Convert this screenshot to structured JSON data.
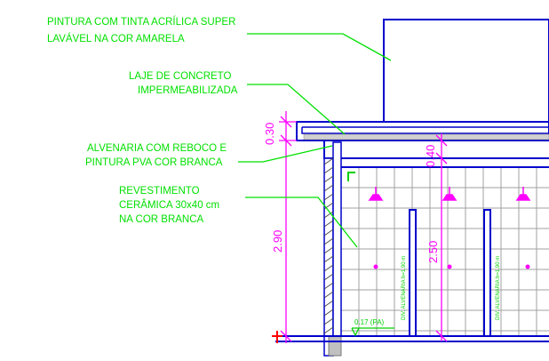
{
  "notes": {
    "paint_line1": "PINTURA COM TINTA ACRÍLICA SUPER",
    "paint_line2": "LAVÁVEL NA COR AMARELA",
    "slab_line1": "LAJE DE CONCRETO",
    "slab_line2": "IMPERMEABILIZADA",
    "masonry_line1": "ALVENARIA COM REBOCO E",
    "masonry_line2": "PINTURA PVA COR BRANCA",
    "tile_line1": "REVESTIMENTO",
    "tile_line2": "CERÂMICA 30x40 cm",
    "tile_line3": "NA COR BRANCA"
  },
  "dimensions": {
    "slab": "0.30",
    "wall_height": "2.90",
    "beam": "0.40",
    "partition_height": "2.50",
    "floor_level": "0.17 (PA)"
  },
  "partition_labels": {
    "left": "DIV. ALVENARIA h=1.90 m",
    "right": "DIV. ALVENARIA h=1.90 m"
  },
  "colors": {
    "annotation": "#00e000",
    "dimension": "#ff00ff",
    "structure": "#0000cc",
    "tile_grid": "#a0a0a0",
    "fixture": "#ff00ff"
  }
}
